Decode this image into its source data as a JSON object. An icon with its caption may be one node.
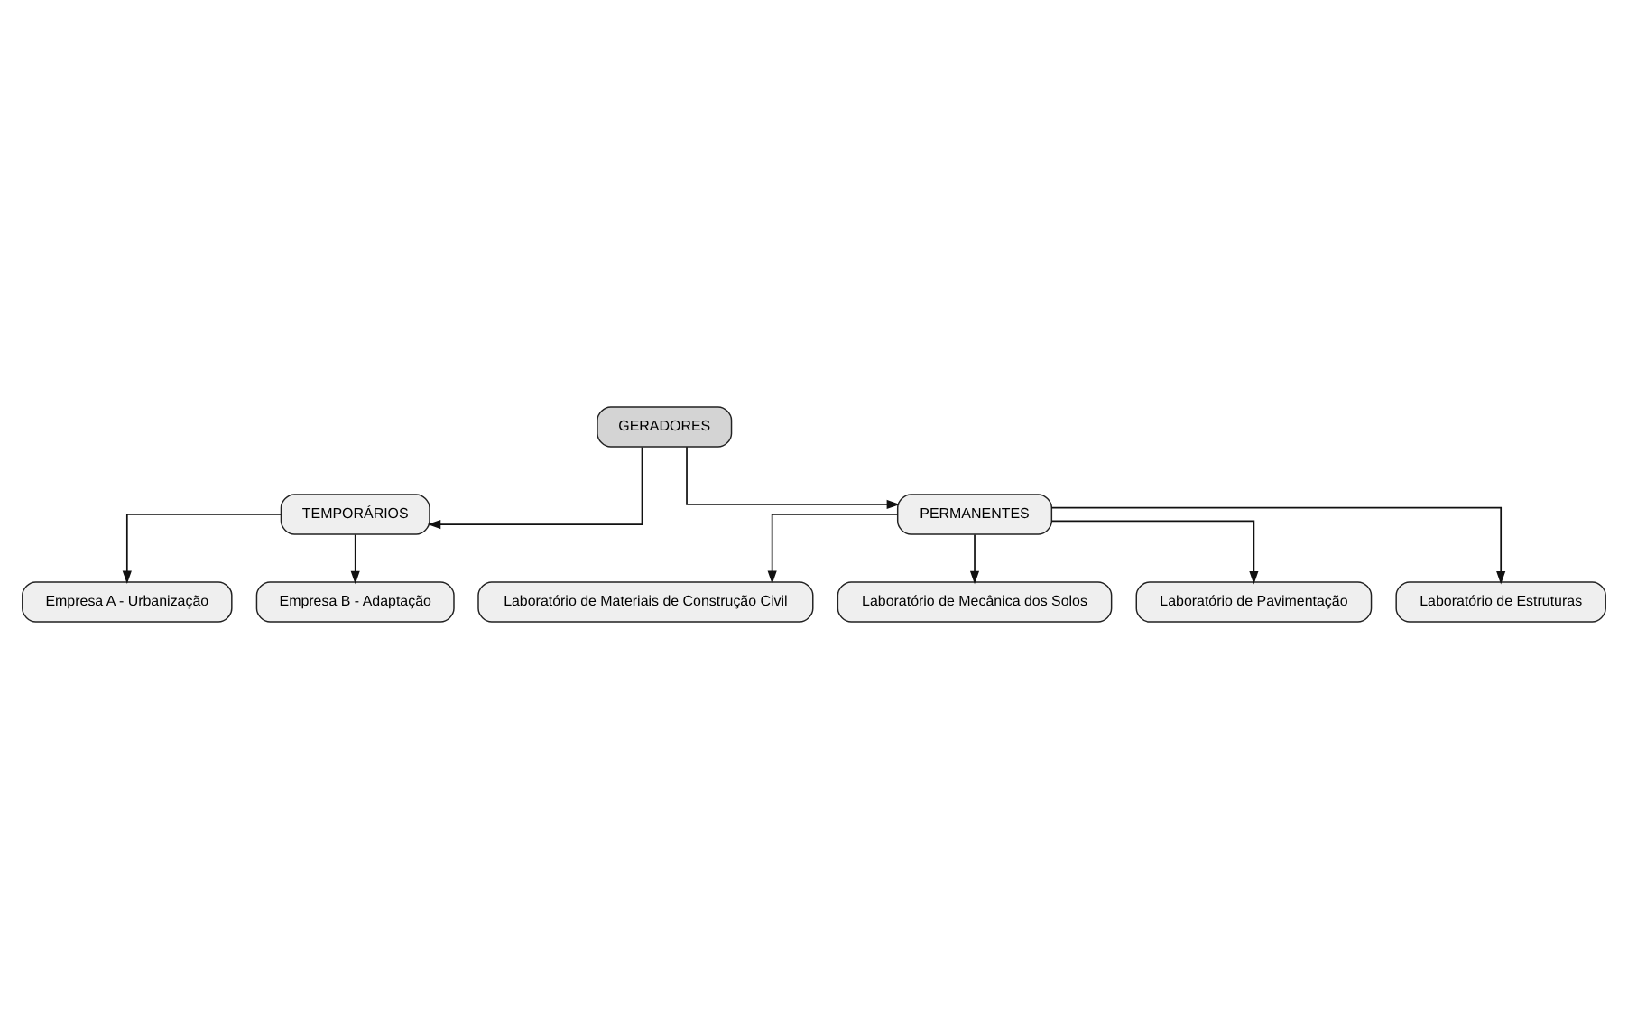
{
  "diagram": {
    "nodes": [
      {
        "text": [
          "GERADORES"
        ]
      },
      {
        "text": [
          "TEMPORÁRIOS"
        ]
      },
      {
        "text": [
          "PERMANENTES"
        ]
      },
      {
        "text": [
          "Empresa A - Urbanização"
        ]
      },
      {
        "text": [
          "Empresa B - Adaptação"
        ]
      },
      {
        "text": [
          "Laboratório de Materiais de Construção Civil"
        ]
      },
      {
        "text": [
          "Laboratório de Mecânica dos Solos"
        ]
      },
      {
        "text": [
          "Laboratório de Pavimentação"
        ]
      },
      {
        "text": [
          "Laboratório de Estruturas"
        ]
      }
    ],
    "edges": [
      {
        "from": 0,
        "to": 1,
        "arrow": "to"
      },
      {
        "from": 0,
        "to": 2,
        "arrow": "to"
      },
      {
        "from": 1,
        "to": 3,
        "arrow": "to"
      },
      {
        "from": 1,
        "to": 4,
        "arrow": "to"
      },
      {
        "from": 2,
        "to": 5,
        "arrow": "to"
      },
      {
        "from": 2,
        "to": 6,
        "arrow": "to"
      },
      {
        "from": 2,
        "to": 7,
        "arrow": "to"
      },
      {
        "from": 2,
        "to": 8,
        "arrow": "to"
      }
    ]
  }
}
